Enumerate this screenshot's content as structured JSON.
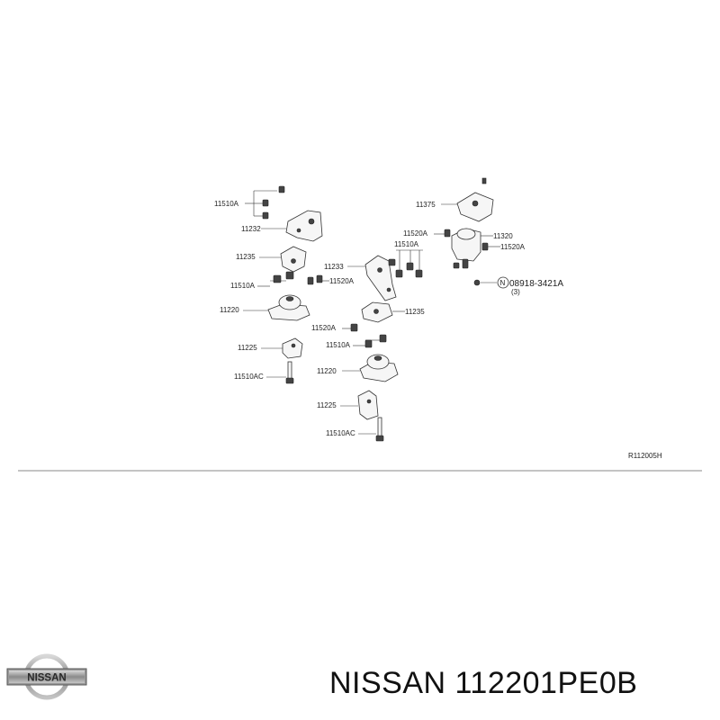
{
  "diagram": {
    "labels": {
      "l1": "11510A",
      "l2": "11232",
      "l3": "11235",
      "l4": "11510A",
      "l5": "11220",
      "l6": "11225",
      "l7": "11510AC",
      "l8": "11233",
      "l9": "11520A",
      "l10": "11510A",
      "l11": "11235",
      "l12": "11520A",
      "l13": "11510A",
      "l14": "11220",
      "l15": "11225",
      "l16": "11510AC",
      "l17": "11375",
      "l18": "11520A",
      "l19": "11320",
      "l20": "11520A",
      "l21": "08918-3421A",
      "l22": "(3)",
      "l23": "N"
    },
    "reference_code": "R112005H"
  },
  "footer": {
    "brand_logo_text": "NISSAN",
    "title": "NISSAN 112201PE0B"
  }
}
